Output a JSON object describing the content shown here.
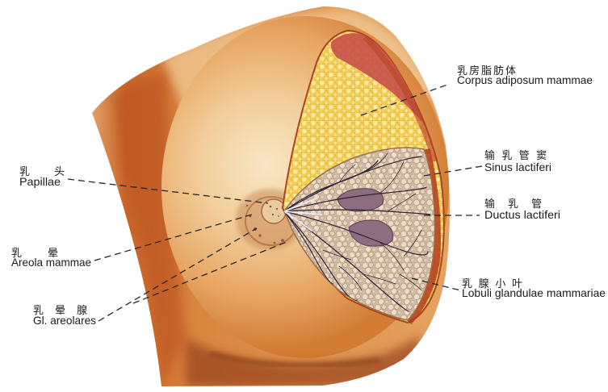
{
  "figure": {
    "subject": "Breast anatomy (mamma), anterior view with cutaway",
    "labels": {
      "corpus_adiposum": {
        "zh": "乳房脂肪体",
        "la": "Corpus adiposum mammae"
      },
      "sinus_lactiferi": {
        "zh": "输乳管窦",
        "la": "Sinus lactiferi"
      },
      "ductus_lactiferi": {
        "zh": "输乳管",
        "la": "Ductus lactiferi"
      },
      "lobuli": {
        "zh": "乳腺小叶",
        "la": "Lobuli glandulae mammariae"
      },
      "papillae": {
        "zh": "乳头",
        "la": "Papillae"
      },
      "areola": {
        "zh": "乳晕",
        "la": "Areola mammae"
      },
      "gl_areolares": {
        "zh": "乳晕腺",
        "la": "Gl. areolares"
      }
    }
  },
  "palette": {
    "label": "#1a1a1a",
    "leader": "#262626",
    "duct": "#2e2238",
    "sinus": "#8e6d80",
    "skin_light": "#f5d9b0",
    "skin_dark": "#c9702e",
    "fat": "#efca4a",
    "gland": "#d6c3aa",
    "muscle": "#c65048",
    "rim": "#b3391c"
  }
}
